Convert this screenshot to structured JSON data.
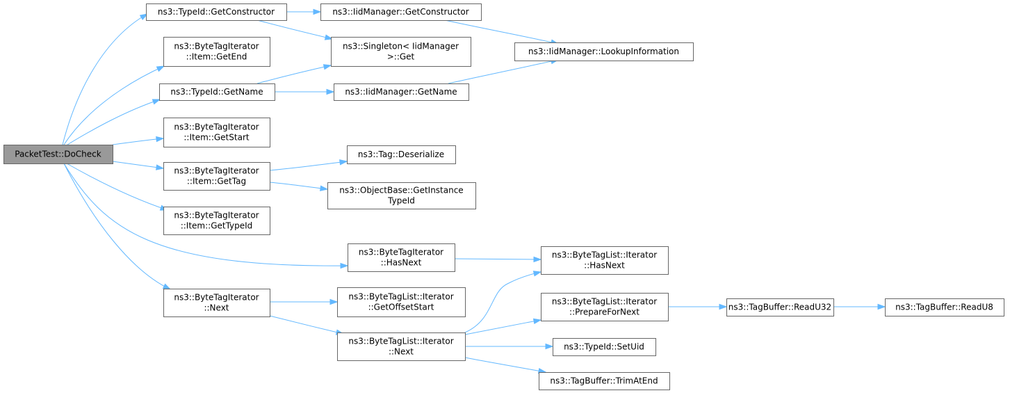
{
  "nodes": [
    {
      "id": "root",
      "lines": [
        "PacketTest::DoCheck"
      ],
      "root": true
    },
    {
      "id": "typeid_getconstructor",
      "lines": [
        "ns3::TypeId::GetConstructor"
      ]
    },
    {
      "id": "item_getend",
      "lines": [
        "ns3::ByteTagIterator",
        "::Item::GetEnd"
      ]
    },
    {
      "id": "typeid_getname",
      "lines": [
        "ns3::TypeId::GetName"
      ]
    },
    {
      "id": "item_getstart",
      "lines": [
        "ns3::ByteTagIterator",
        "::Item::GetStart"
      ]
    },
    {
      "id": "item_gettag",
      "lines": [
        "ns3::ByteTagIterator",
        "::Item::GetTag"
      ]
    },
    {
      "id": "item_gettypeid",
      "lines": [
        "ns3::ByteTagIterator",
        "::Item::GetTypeId"
      ]
    },
    {
      "id": "iter_hasnext",
      "lines": [
        "ns3::ByteTagIterator",
        "::HasNext"
      ]
    },
    {
      "id": "iter_next",
      "lines": [
        "ns3::ByteTagIterator",
        "::Next"
      ]
    },
    {
      "id": "iidmanager_getconstructor",
      "lines": [
        "ns3::IidManager::GetConstructor"
      ]
    },
    {
      "id": "singleton_get",
      "lines": [
        "ns3::Singleton< IidManager",
        ">::Get"
      ]
    },
    {
      "id": "iidmanager_getname",
      "lines": [
        "ns3::IidManager::GetName"
      ]
    },
    {
      "id": "tag_deserialize",
      "lines": [
        "ns3::Tag::Deserialize"
      ]
    },
    {
      "id": "objectbase_getinstancetypeid",
      "lines": [
        "ns3::ObjectBase::GetInstance",
        "TypeId"
      ]
    },
    {
      "id": "list_iter_getoffsetstart",
      "lines": [
        "ns3::ByteTagList::Iterator",
        "::GetOffsetStart"
      ]
    },
    {
      "id": "list_iter_next",
      "lines": [
        "ns3::ByteTagList::Iterator",
        "::Next"
      ]
    },
    {
      "id": "iidmanager_lookupinformation",
      "lines": [
        "ns3::IidManager::LookupInformation"
      ]
    },
    {
      "id": "list_iter_hasnext",
      "lines": [
        "ns3::ByteTagList::Iterator",
        "::HasNext"
      ]
    },
    {
      "id": "list_iter_preparefornext",
      "lines": [
        "ns3::ByteTagList::Iterator",
        "::PrepareForNext"
      ]
    },
    {
      "id": "typeid_setuid",
      "lines": [
        "ns3::TypeId::SetUid"
      ]
    },
    {
      "id": "tagbuffer_trimatend",
      "lines": [
        "ns3::TagBuffer::TrimAtEnd"
      ]
    },
    {
      "id": "tagbuffer_readu32",
      "lines": [
        "ns3::TagBuffer::ReadU32"
      ]
    },
    {
      "id": "tagbuffer_readu8",
      "lines": [
        "ns3::TagBuffer::ReadU8"
      ]
    }
  ],
  "edges": [
    [
      "root",
      "typeid_getconstructor"
    ],
    [
      "root",
      "item_getend"
    ],
    [
      "root",
      "typeid_getname"
    ],
    [
      "root",
      "item_getstart"
    ],
    [
      "root",
      "item_gettag"
    ],
    [
      "root",
      "item_gettypeid"
    ],
    [
      "root",
      "iter_hasnext"
    ],
    [
      "root",
      "iter_next"
    ],
    [
      "typeid_getconstructor",
      "iidmanager_getconstructor"
    ],
    [
      "typeid_getconstructor",
      "singleton_get"
    ],
    [
      "typeid_getname",
      "singleton_get"
    ],
    [
      "typeid_getname",
      "iidmanager_getname"
    ],
    [
      "iidmanager_getconstructor",
      "iidmanager_lookupinformation"
    ],
    [
      "iidmanager_getname",
      "iidmanager_lookupinformation"
    ],
    [
      "item_gettag",
      "tag_deserialize"
    ],
    [
      "item_gettag",
      "objectbase_getinstancetypeid"
    ],
    [
      "iter_hasnext",
      "list_iter_hasnext"
    ],
    [
      "iter_next",
      "list_iter_getoffsetstart"
    ],
    [
      "iter_next",
      "list_iter_next"
    ],
    [
      "list_iter_next",
      "list_iter_hasnext"
    ],
    [
      "list_iter_next",
      "list_iter_preparefornext"
    ],
    [
      "list_iter_next",
      "typeid_setuid"
    ],
    [
      "list_iter_next",
      "tagbuffer_trimatend"
    ],
    [
      "list_iter_preparefornext",
      "tagbuffer_readu32"
    ],
    [
      "tagbuffer_readu32",
      "tagbuffer_readu8"
    ]
  ]
}
